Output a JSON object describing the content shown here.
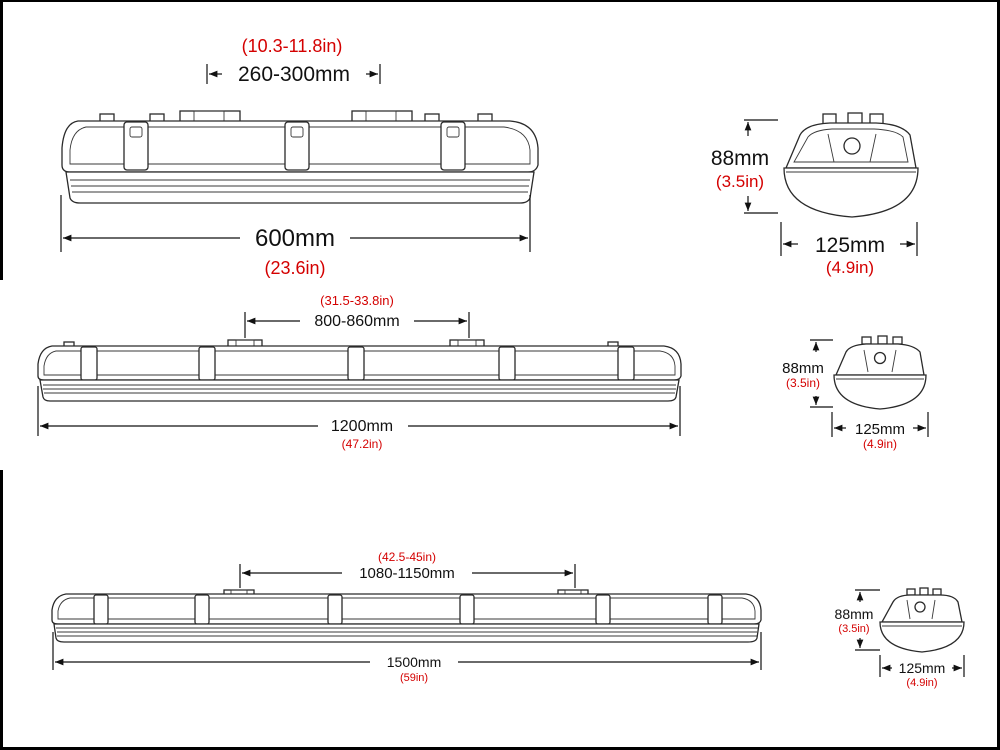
{
  "fixtures": [
    {
      "name": "600mm fixture",
      "length_label": "600mm",
      "length_in": "(23.6in)",
      "mount_label": "260-300mm",
      "mount_in": "(10.3-11.8in)"
    },
    {
      "name": "1200mm fixture",
      "length_label": "1200mm",
      "length_in": "(47.2in)",
      "mount_label": "800-860mm",
      "mount_in": "(31.5-33.8in)"
    },
    {
      "name": "1500mm fixture",
      "length_label": "1500mm",
      "length_in": "(59in)",
      "mount_label": "1080-1150mm",
      "mount_in": "(42.5-45in)"
    }
  ],
  "end_views": [
    {
      "height_label": "88mm",
      "height_in": "(3.5in)",
      "width_label": "125mm",
      "width_in": "(4.9in)"
    },
    {
      "height_label": "88mm",
      "height_in": "(3.5in)",
      "width_label": "125mm",
      "width_in": "(4.9in)"
    },
    {
      "height_label": "88mm",
      "height_in": "(3.5in)",
      "width_label": "125mm",
      "width_in": "(4.9in)"
    }
  ],
  "colors": {
    "dimension_text": "#111111",
    "imperial_text": "#d40000",
    "background": "#ffffff",
    "frame": "#000000"
  }
}
